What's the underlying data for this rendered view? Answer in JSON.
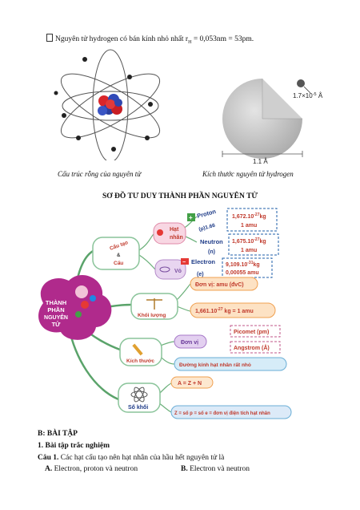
{
  "intro": {
    "bullet_icon": "symbol-box-icon",
    "text": "Nguyên tử hydrogen có bán kính nhỏ nhất r",
    "sub": "H",
    "text2": " = 0,053nm = 53pm."
  },
  "figures": {
    "left_caption": "Cấu trúc rỗng của nguyên tử",
    "right_caption": "Kích thước nguyên tử hydrogen",
    "radius_label": "1.7×10",
    "radius_exp": "-5",
    "radius_unit": " Å",
    "diameter_label": "1.1 Å"
  },
  "mindmap": {
    "title": "SƠ ĐỒ TƯ DUY THÀNH PHẦN NGUYÊN TỬ",
    "center": [
      "THÀNH",
      "PHẦN",
      "NGUYÊN",
      "TỬ"
    ],
    "branch_structure": [
      "Cấu tạo",
      "&",
      "Cấu"
    ],
    "nucleus": [
      "Hạt",
      "nhân"
    ],
    "shell": "Vỏ",
    "proton": "Proton",
    "proton_charge": "(p)1.66",
    "proton_mass": "1,672.10",
    "proton_mass_exp": "-27",
    "proton_mass_unit": "kg",
    "proton_amu": "1 amu",
    "neutron": "Neutron",
    "neutron_sym": "(n)",
    "neutron_mass": "1,675.10",
    "neutron_mass_exp": "-27",
    "neutron_mass_unit": "kg",
    "neutron_amu": "1 amu",
    "electron": "Electron",
    "electron_sym": "(e)",
    "electron_mass": "9,109.10",
    "electron_mass_exp": "-31",
    "electron_mass_unit": "kg",
    "electron_amu": "0,00055 amu",
    "mass_branch": "Khối lượng",
    "mass_unit": "Đơn vị: amu (đvC)",
    "mass_value": "1,661.10",
    "mass_value_exp": "-27",
    "mass_value_unit": " kg = 1 amu",
    "size_branch": "Kích thước",
    "size_unit": "Đơn vị",
    "picometer": "Picomet (pm)",
    "angstrom": "Angstrom (Å)",
    "size_note": "Đường kính hạt nhân rất nhỏ",
    "mass_number_branch": "Số khối",
    "formula1": "A = Z + N",
    "formula2": "Z = số p = số e = đơn vị điện tích hạt nhân"
  },
  "exercise": {
    "section": "B: BÀI TẬP",
    "sub": "1. Bài tập trắc nghiệm",
    "q_label": "Câu 1.",
    "q_text": " Các hạt cấu tạo nên hạt nhân của hầu hết nguyên tử là",
    "opt_a_label": "A.",
    "opt_a": " Electron, proton và neutron",
    "opt_b_label": "B.",
    "opt_b": " Electron và neutron"
  }
}
